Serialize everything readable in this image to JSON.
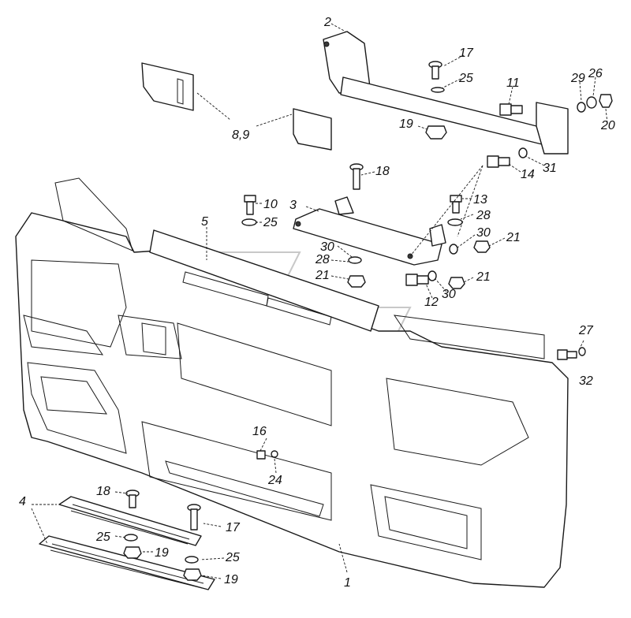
{
  "callouts": [
    {
      "id": "c1",
      "text": "1"
    },
    {
      "id": "c2",
      "text": "2"
    },
    {
      "id": "c3",
      "text": "3"
    },
    {
      "id": "c4",
      "text": "4"
    },
    {
      "id": "c5",
      "text": "5"
    },
    {
      "id": "c89",
      "text": "8,9"
    },
    {
      "id": "c10",
      "text": "10"
    },
    {
      "id": "c11",
      "text": "11"
    },
    {
      "id": "c12",
      "text": "12"
    },
    {
      "id": "c13",
      "text": "13"
    },
    {
      "id": "c14",
      "text": "14"
    },
    {
      "id": "c16",
      "text": "16"
    },
    {
      "id": "c17a",
      "text": "17"
    },
    {
      "id": "c17b",
      "text": "17"
    },
    {
      "id": "c18a",
      "text": "18"
    },
    {
      "id": "c18b",
      "text": "18"
    },
    {
      "id": "c19a",
      "text": "19"
    },
    {
      "id": "c19b",
      "text": "19"
    },
    {
      "id": "c19c",
      "text": "19"
    },
    {
      "id": "c20",
      "text": "20"
    },
    {
      "id": "c21a",
      "text": "21"
    },
    {
      "id": "c21b",
      "text": "21"
    },
    {
      "id": "c21c",
      "text": "21"
    },
    {
      "id": "c24",
      "text": "24"
    },
    {
      "id": "c25a",
      "text": "25"
    },
    {
      "id": "c25b",
      "text": "25"
    },
    {
      "id": "c25c",
      "text": "25"
    },
    {
      "id": "c25d",
      "text": "25"
    },
    {
      "id": "c26",
      "text": "26"
    },
    {
      "id": "c27",
      "text": "27"
    },
    {
      "id": "c28a",
      "text": "28"
    },
    {
      "id": "c28b",
      "text": "28"
    },
    {
      "id": "c29",
      "text": "29"
    },
    {
      "id": "c30a",
      "text": "30"
    },
    {
      "id": "c30b",
      "text": "30"
    },
    {
      "id": "c30c",
      "text": "30"
    },
    {
      "id": "c31",
      "text": "31"
    },
    {
      "id": "c32",
      "text": "32"
    }
  ]
}
